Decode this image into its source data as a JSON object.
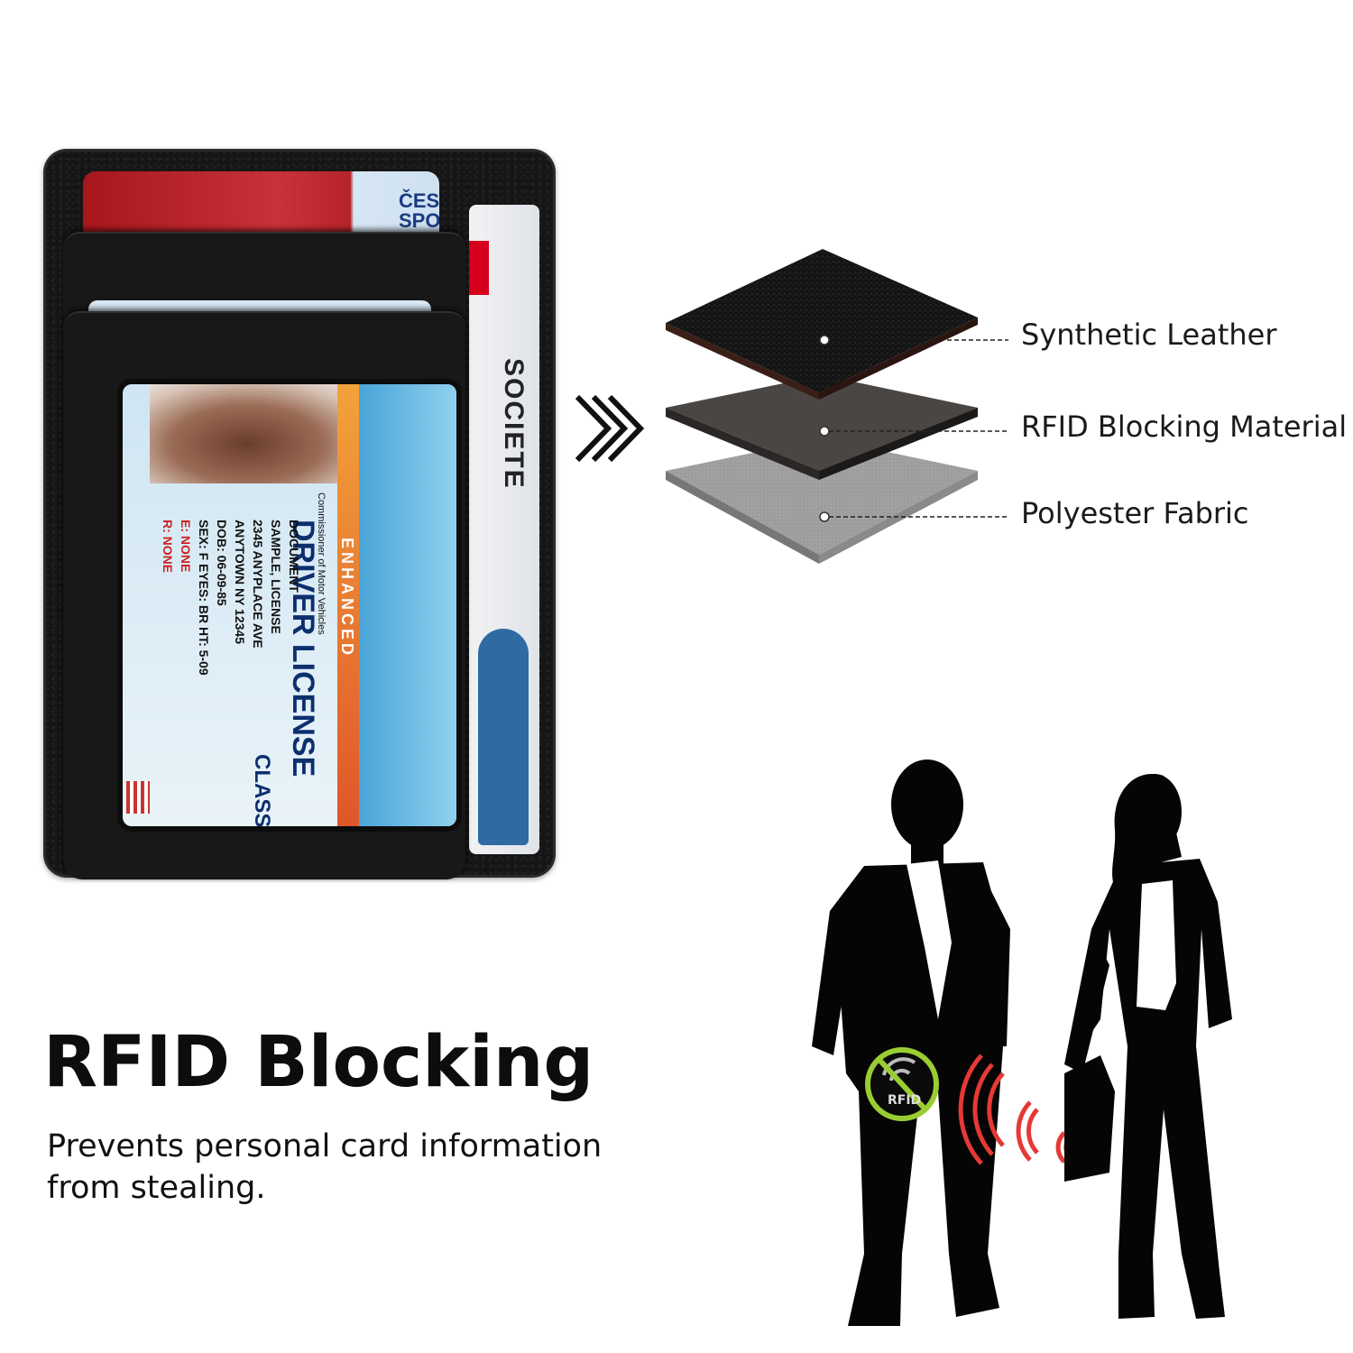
{
  "wallet": {
    "top_card_label": "ČES\nSPO",
    "side_card_text": "SOCIETE",
    "license": {
      "title": "DRIVER LICENSE",
      "enhanced": "ENHANCED",
      "class_label": "CLASS D",
      "issuer": "Commissioner of Motor Vehicles",
      "lines": [
        "DOCUMENT",
        "SAMPLE, LICENSE",
        "2345 ANYPLACE AVE",
        "ANYTOWN NY 12345",
        "DOB: 06-09-85",
        "SEX: F  EYES: BR  HT: 5-09",
        "E: NONE",
        "R: NONE"
      ]
    }
  },
  "layers": [
    {
      "label": "Synthetic Leather",
      "color": "#141414"
    },
    {
      "label": "RFID Blocking Material",
      "color": "#4a4644"
    },
    {
      "label": "Polyester Fabric",
      "color": "#9a9a9a"
    }
  ],
  "heading": {
    "title": "RFID Blocking",
    "subtitle": "Prevents personal card information from stealing."
  },
  "badge": {
    "text": "RFID",
    "color": "#9acd32"
  },
  "signal_color": "#e53935",
  "icons": [
    "chevron-right-triple-icon",
    "rfid-blocked-icon",
    "wireless-signal-icon"
  ]
}
